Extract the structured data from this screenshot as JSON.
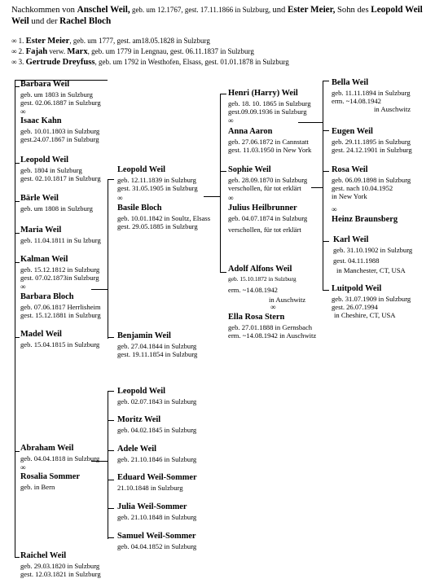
{
  "header": {
    "intro": "Nachkommen von ",
    "father_name": "Anschel Weil,",
    "father_dates": " geb. um 12.1767, gest. 17.11.1866 in Sulzburg, ",
    "und": "und ",
    "mother_name": "Ester Meier,",
    "son_of": " Sohn des ",
    "parents_name": "Leopold Weil",
    "und2": " und der ",
    "parents_name2": "Rachel Bloch"
  },
  "spouses": [
    {
      "prefix": "∞ 1. ",
      "name": "Ester Meier",
      "details": ", geb. um 1777, gest. am18.05.1828 in Sulzburg"
    },
    {
      "prefix": "∞ 2. ",
      "name": "Fajah",
      "mid": " verw. ",
      "name2": "Marx",
      "details": ", geb. um 1779 in Lengnau, gest. 06.11.1837 in Sulzburg"
    },
    {
      "prefix": "∞ 3. ",
      "name": "Gertrude Dreyfuss",
      "details": ", geb. um 1792 in Westhofen, Elsass, gest. 01.01.1878 in Sulzburg"
    }
  ],
  "marriage_symbol": "∞",
  "gen1": [
    {
      "name": "Barbara Weil",
      "lines": [
        "geb. um 1803 in Sulzburg",
        "gest. 02.06.1887 in Sulzburg"
      ]
    },
    {
      "name": "Isaac Kahn",
      "lines": [
        "geb. 10.01.1803 in Sulzburg",
        "gest.24.07.1867 in Sulzburg"
      ]
    },
    {
      "name": "Leopold Weil",
      "lines": [
        "geb. 1804 in Sulzburg",
        "gest. 02.10.1817 in Sulzburg"
      ]
    },
    {
      "name": "Bärle Weil",
      "lines": [
        "geb. um 1808 in Sulzburg"
      ]
    },
    {
      "name": "Maria Weil",
      "lines": [
        "geb. 11.04.1811 in Su lzburg"
      ]
    },
    {
      "name": "Kalman Weil",
      "lines": [
        "geb. 15.12.1812 in Sulzburg",
        "gest. 07.02.1873in Sulzburg"
      ]
    },
    {
      "name": "Barbara Bloch",
      "lines": [
        "geb. 07.06.1817 Herrlisheim",
        "gest. 15.12.1881 in Sulzburg"
      ]
    },
    {
      "name": "Madel Weil",
      "lines": [
        "geb. 15.04.1815 in Sulzburg"
      ]
    },
    {
      "name": "Abraham Weil",
      "lines": [
        "geb. 04.04.1818 in Sulzburg"
      ]
    },
    {
      "name": "Rosalia Sommer",
      "lines": [
        "geb. in Bern"
      ]
    },
    {
      "name": "Raichel Weil",
      "lines": [
        "geb. 29.03.1820 in Sulzburg",
        "gest. 12.03.1821 in Sulzburg"
      ]
    }
  ],
  "gen2": [
    {
      "name": "Leopold Weil",
      "lines": [
        "geb.  12.11.1839 in Sulzburg",
        "gest. 31.05.1905 in Sulzburg"
      ]
    },
    {
      "name": "Basile Bloch",
      "lines": [
        "geb. 10.01.1842 in Soultz, Elsass",
        "gest. 29.05.1885 in Sulzburg"
      ]
    },
    {
      "name": "Benjamin Weil",
      "lines": [
        "geb. 27.04.1844 in Sulzburg",
        "gest. 19.11.1854 in Sulzburg"
      ]
    },
    {
      "name": "Leopold Weil",
      "lines": [
        "geb. 02.07.1843 in Sulzburg"
      ]
    },
    {
      "name": "Moritz Weil",
      "lines": [
        "geb. 04.02.1845 in Sulzburg"
      ]
    },
    {
      "name": "Adele Weil",
      "lines": [
        "geb. 21.10.1846 in Sulzburg"
      ]
    },
    {
      "name": "Eduard Weil-Sommer",
      "lines": [
        "21.10.1848 in Sulzburg"
      ]
    },
    {
      "name": "Julia Weil-Sommer",
      "lines": [
        "geb. 21.10.1848 in Sulzburg"
      ]
    },
    {
      "name": "Samuel Weil-Sommer",
      "lines": [
        "geb. 04.04.1852 in Sulzburg"
      ]
    }
  ],
  "gen3": [
    {
      "name": "Henri (Harry) Weil",
      "lines": [
        "geb.  18. 10. 1865 in Sulzburg",
        "gest.09.09.1936 in Sulzburg"
      ]
    },
    {
      "name": "Anna Aaron",
      "lines": [
        "geb. 27.06.1872 in Cannstatt",
        "gest. 11.03.1950 in New York"
      ]
    },
    {
      "name": "Sophie Weil",
      "lines": [
        "geb. 28.09.1870 in Sulzburg",
        "verschollen, für tot erklärt"
      ]
    },
    {
      "name": "Julius Heilbrunner",
      "lines": [
        "geb. 04.07.1874 in Sulzburg",
        "verschollen, für tot erklärt"
      ]
    },
    {
      "name": "Adolf Alfons Weil",
      "lines": [
        "geb. 15.10.1872  in Sulzburg",
        "erm. ~14.08.1942",
        "in Auschwitz"
      ]
    },
    {
      "name": "Ella Rosa Stern",
      "lines": [
        "geb. 27.01.1888 in Gernsbach",
        "erm. ~14.08.1942 in Auschwitz"
      ]
    }
  ],
  "gen4": [
    {
      "name": "Bella Weil",
      "lines": [
        "geb.  11.11.1894 in Sulzburg",
        "erm. ~14.08.1942",
        "in Auschwitz"
      ]
    },
    {
      "name": "Eugen Weil",
      "lines": [
        "geb. 29.11.1895 in Sulzburg",
        "gest. 24.12.1901 in Sulzburg"
      ]
    },
    {
      "name": "Rosa Weil",
      "lines": [
        "geb. 06.09.1898 in Sulzburg",
        "gest. nach 10.04.1952",
        "in New York"
      ]
    },
    {
      "name": "Heinz Braunsberg",
      "lines": []
    },
    {
      "name": "Karl Weil",
      "lines": [
        "geb. 31.10.1902 in Sulzburg",
        "gest. 04.11.1988",
        "in Manchester, CT, USA"
      ]
    },
    {
      "name": "Luitpold Weil",
      "lines": [
        "geb. 31.07.1909 in Sulzburg",
        "gest. 26.07.1994",
        "in Cheshire, CT, USA"
      ]
    }
  ]
}
